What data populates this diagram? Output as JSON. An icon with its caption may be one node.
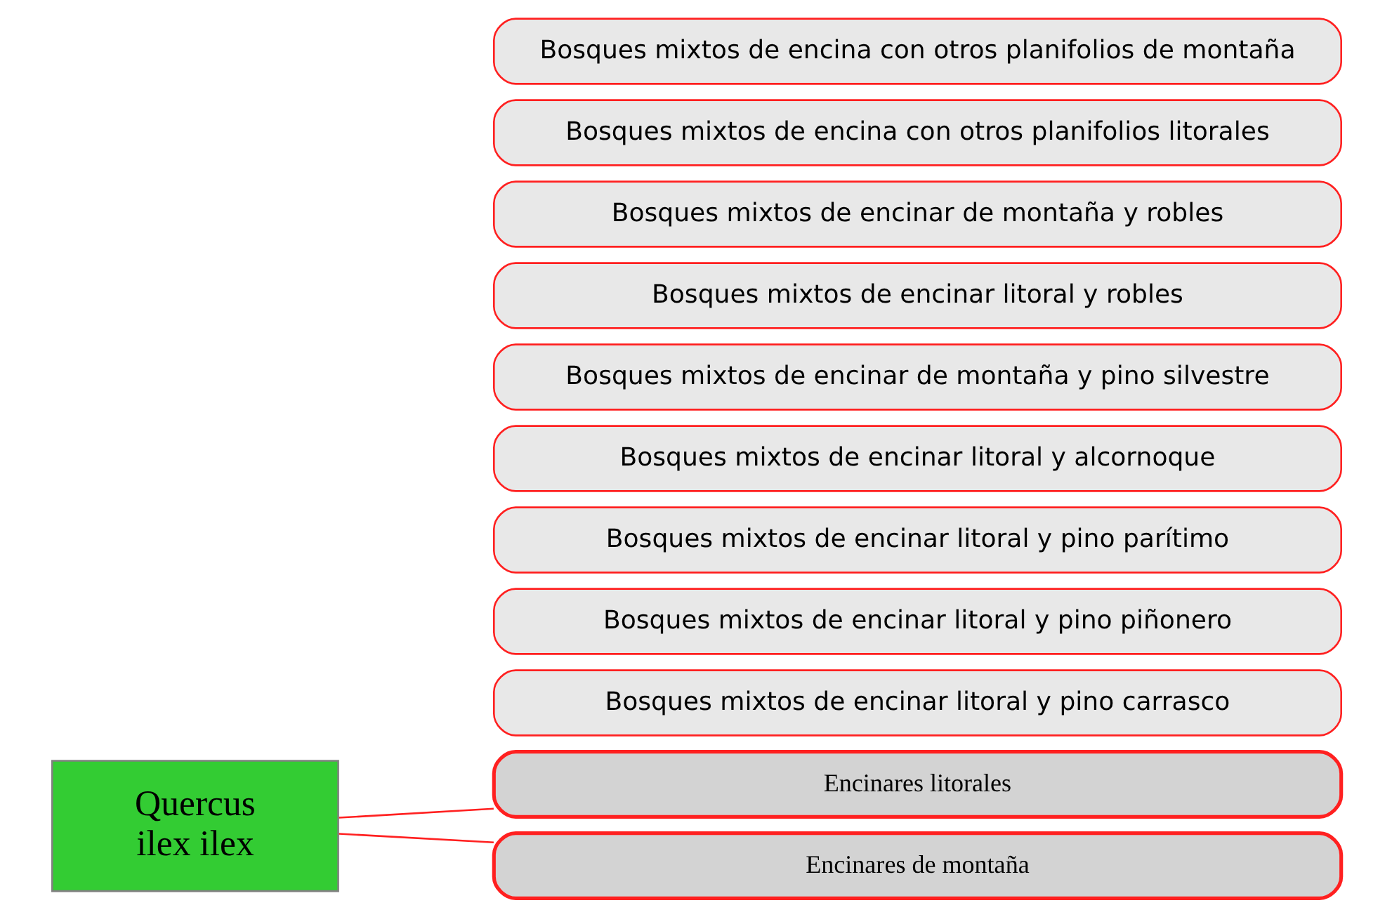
{
  "diagram": {
    "nodes": [
      {
        "text": [
          "Quercus ilex ilex"
        ]
      },
      {
        "text": [
          "Encinares litorales"
        ]
      },
      {
        "text": [
          "Encinares de montaña"
        ]
      },
      {
        "text": [
          "Bosques mixtos de encinar litoral y pino carrasco"
        ]
      },
      {
        "text": [
          "Bosques mixtos de encinar litoral y pino piñonero"
        ]
      },
      {
        "text": [
          "Bosques mixtos de encinar litoral y pino parítimo"
        ]
      },
      {
        "text": [
          "Bosques mixtos de encinar litoral y alcornoque"
        ]
      },
      {
        "text": [
          "Bosques mixtos de encinar de montaña y pino silvestre"
        ]
      },
      {
        "text": [
          "Bosques mixtos de encinar litoral y robles"
        ]
      },
      {
        "text": [
          "Bosques mixtos de encinar de montaña y robles"
        ]
      },
      {
        "text": [
          "Bosques mixtos de encina con otros planifolios litorales"
        ]
      },
      {
        "text": [
          "Bosques mixtos de encina con otros planifolios de montaña"
        ]
      }
    ],
    "edges": [
      {
        "from": 0,
        "to": 1,
        "arrow": "none"
      },
      {
        "from": 0,
        "to": 2,
        "arrow": "none"
      }
    ]
  }
}
